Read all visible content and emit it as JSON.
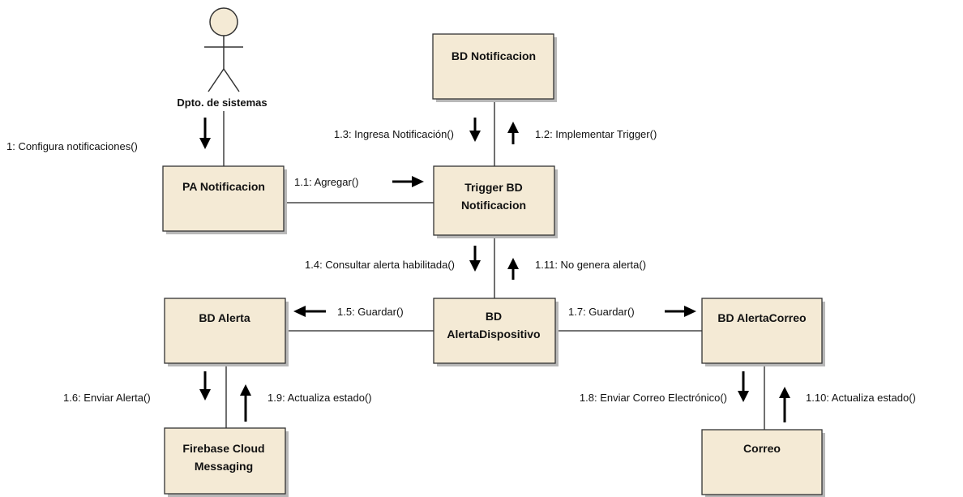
{
  "actor": {
    "name": "Dpto. de sistemas"
  },
  "objects": {
    "bd_notificacion": {
      "lines": [
        "BD Notificacion"
      ]
    },
    "pa_notificacion": {
      "lines": [
        "PA Notificacion"
      ]
    },
    "trigger": {
      "lines": [
        "Trigger BD",
        "Notificacion"
      ]
    },
    "bd_alerta": {
      "lines": [
        "BD Alerta"
      ]
    },
    "bd_alerta_dispositivo": {
      "lines": [
        "BD",
        "AlertaDispositivo"
      ]
    },
    "bd_alerta_correo": {
      "lines": [
        "BD AlertaCorreo"
      ]
    },
    "firebase": {
      "lines": [
        "Firebase Cloud",
        "Messaging"
      ]
    },
    "correo": {
      "lines": [
        "Correo"
      ]
    }
  },
  "messages": {
    "m1": "1: Configura notificaciones()",
    "m1_1": "1.1: Agregar()",
    "m1_2": "1.2: Implementar Trigger()",
    "m1_3": "1.3: Ingresa Notificación()",
    "m1_4": "1.4: Consultar alerta habilitada()",
    "m1_5": "1.5: Guardar()",
    "m1_6": "1.6: Enviar Alerta()",
    "m1_7": "1.7: Guardar()",
    "m1_8": "1.8: Enviar Correo Electrónico()",
    "m1_9": "1.9: Actualiza estado()",
    "m1_10": "1.10: Actualiza estado()",
    "m1_11": "1.11: No genera alerta()"
  },
  "colors": {
    "object_fill": "#f4ead5",
    "object_border": "#333333",
    "shadow": "#b8b8b8",
    "arrow": "#000000"
  }
}
